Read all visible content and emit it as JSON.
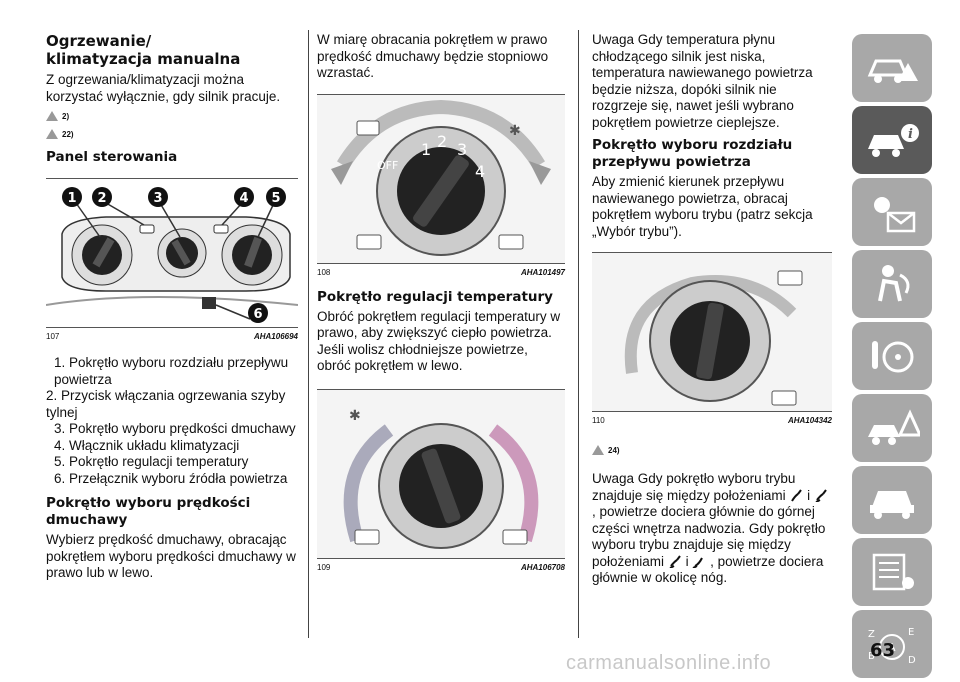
{
  "section_title": "Ogrzewanie/\nklimatyzacja manualna",
  "intro": "Z ogrzewania/klimatyzacji można korzystać wyłącznie, gdy silnik pracuje.",
  "warnings_col1": [
    "2)",
    "22)"
  ],
  "panel_heading": "Panel sterowania",
  "fig107": {
    "num": "107",
    "code": "AHA106694",
    "callouts": [
      "1",
      "2",
      "3",
      "4",
      "5",
      "6"
    ]
  },
  "legend": [
    "1. Pokrętło wyboru rozdziału przepływu powietrza",
    "2. Przycisk włączania ogrzewania szyby tylnej",
    "3. Pokrętło wyboru prędkości dmuchawy",
    "4. Włącznik układu klimatyzacji",
    "5. Pokrętło regulacji temperatury",
    "6. Przełącznik wyboru źródła powietrza"
  ],
  "fan_heading": "Pokrętło wyboru prędkości dmuchawy",
  "fan_text": "Wybierz prędkość dmuchawy, obracając pokrętłem wyboru prędkości dmuchawy w prawo lub w lewo.",
  "fan_text2": "W miarę obracania pokrętłem w prawo prędkość dmuchawy będzie stopniowo wzrastać.",
  "fig108": {
    "num": "108",
    "code": "AHA101497",
    "dial_labels": [
      "OFF",
      "1",
      "2",
      "3",
      "4"
    ]
  },
  "temp_heading": "Pokrętło regulacji temperatury",
  "temp_text": "Obróć pokrętłem regulacji temperatury w prawo, aby zwiększyć ciepło powietrza. Jeśli wolisz chłodniejsze powietrze, obróć pokrętłem w lewo.",
  "fig109": {
    "num": "109",
    "code": "AHA106708"
  },
  "note1": "Uwaga Gdy temperatura płynu chłodzącego silnik jest niska, temperatura nawiewanego powietrza będzie niższa, dopóki silnik nie rozgrzeje się, nawet jeśli wybrano pokrętłem powietrze cieplejsze.",
  "dist_heading": "Pokrętło wyboru rozdziału przepływu powietrza",
  "dist_text": "Aby zmienić kierunek przepływu nawiewanego powietrza, obracaj pokrętłem wyboru trybu (patrz sekcja „Wybór trybu”).",
  "fig110": {
    "num": "110",
    "code": "AHA104342"
  },
  "warning_col3": "24)",
  "note2_a": "Uwaga Gdy pokrętło wyboru trybu znajduje się między położeniami",
  "note2_b": "i",
  "note2_c": ", powietrze dociera głównie do górnej części wnętrza nadwozia. Gdy pokrętło wyboru trybu znajduje się między położeniami",
  "note2_d": "i",
  "note2_e": ", powietrze dociera głównie w okolicę nóg.",
  "page_number": "63",
  "watermark": "carmanualsonline.info",
  "sidebar_icons": [
    "car-warning-icon",
    "car-info-icon",
    "light-message-icon",
    "airbag-person-icon",
    "steering-key-icon",
    "car-triangle-icon",
    "car-front-icon",
    "list-settings-icon",
    "alphabet-index-icon"
  ],
  "colors": {
    "sidebar_tab": "#a8a8a8",
    "sidebar_active": "#5a5a5a",
    "accent_arrow": "#888888"
  }
}
